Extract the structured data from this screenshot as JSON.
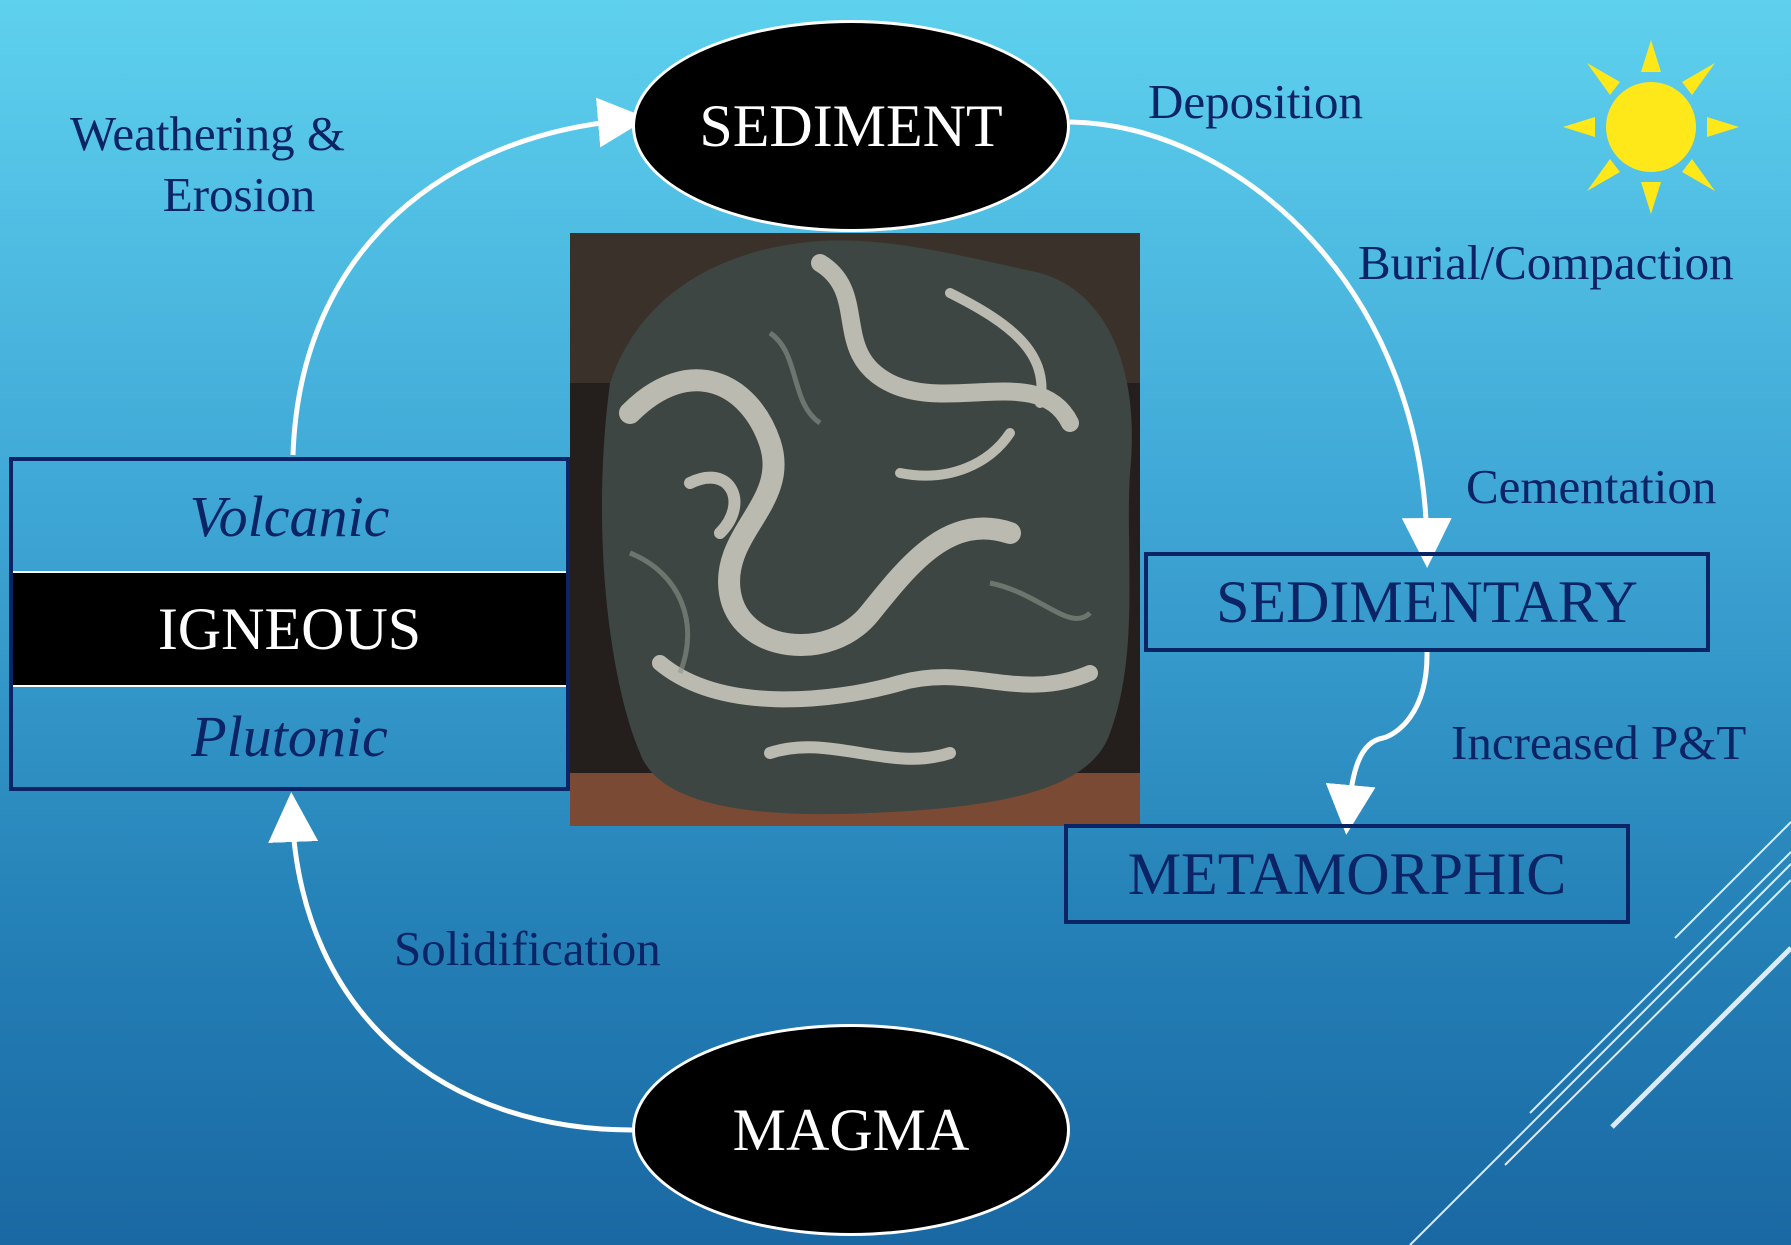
{
  "nodes": {
    "sediment": "SEDIMENT",
    "magma": "MAGMA",
    "sedimentary": "SEDIMENTARY",
    "metamorphic": "METAMORPHIC",
    "igneous": "IGNEOUS",
    "volcanic": "Volcanic",
    "plutonic": "Plutonic"
  },
  "processes": {
    "weathering_line1": "Weathering &",
    "weathering_line2": "Erosion",
    "deposition": "Deposition",
    "burial": "Burial/Compaction",
    "cementation": "Cementation",
    "increased_pt": "Increased P&T",
    "solidification": "Solidification"
  },
  "icons": {
    "sun": "sun-icon",
    "rock_photo": "folded-gneiss-rock-photo"
  },
  "colors": {
    "label_text": "#0b2466",
    "node_fill": "#000000",
    "arrow": "#ffffff",
    "sun": "#ffe81a"
  }
}
